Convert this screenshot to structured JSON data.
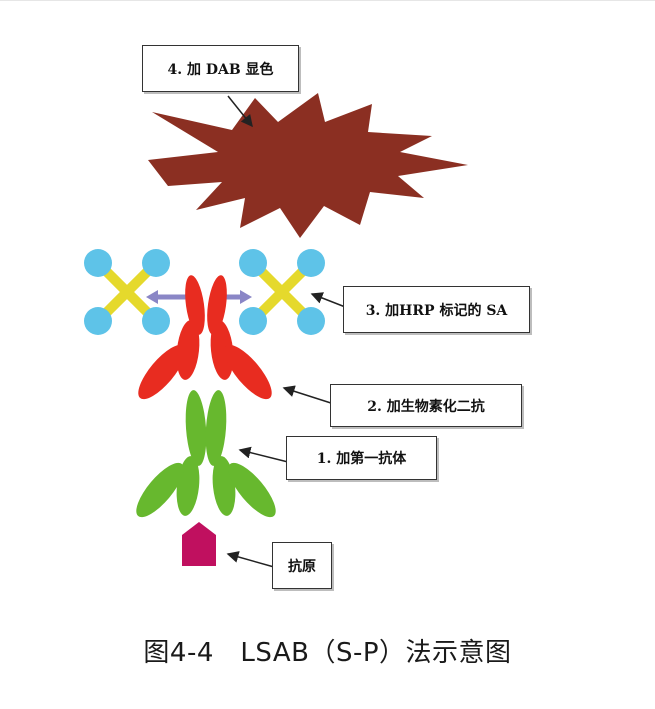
{
  "labels": {
    "step4": "4. 加 DAB 显色",
    "step3": "3. 加HRP 标记的 SA",
    "step2": "2. 加生物素化二抗",
    "step1": "1. 加第一抗体",
    "antigen": "抗原"
  },
  "caption": "图4-4　LSAB（S-P）法示意图",
  "colors": {
    "dab": "#8B2F22",
    "secondary_antibody": "#E82C20",
    "primary_antibody": "#67B82E",
    "antigen": "#C0105F",
    "hrp_circle": "#5EC3E8",
    "sa_cross": "#EBE63A",
    "link_arrow": "#8A86C6"
  }
}
